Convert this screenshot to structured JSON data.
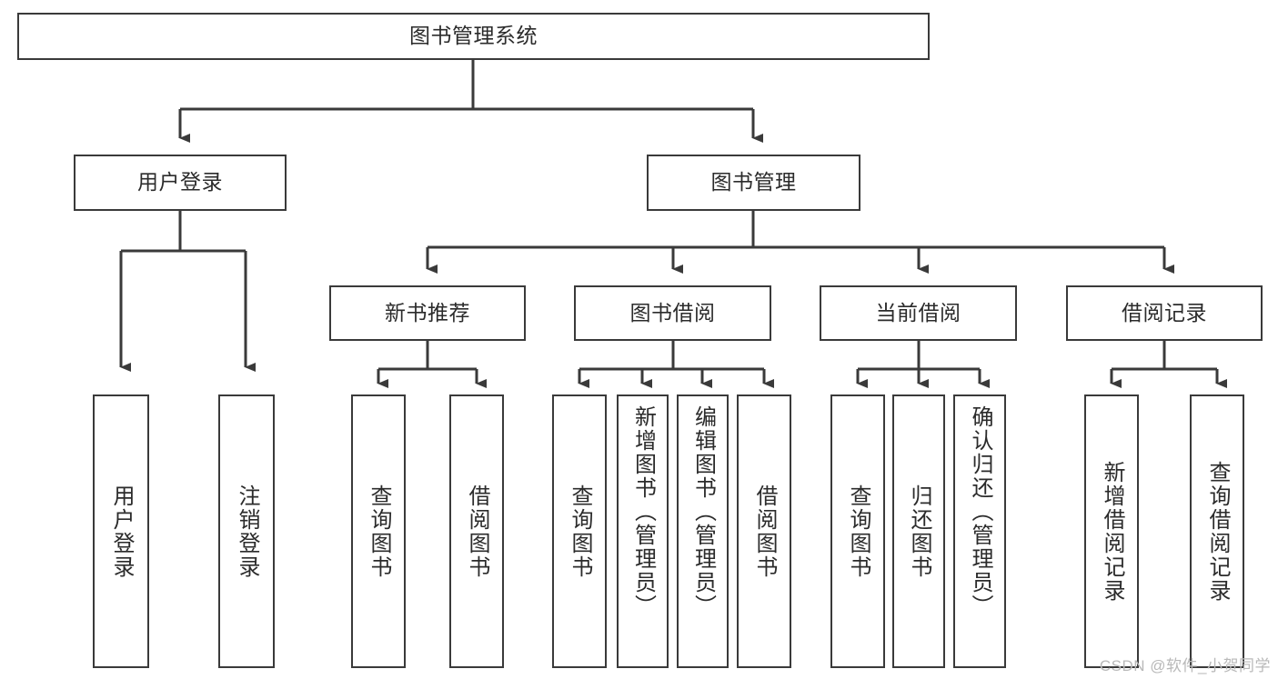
{
  "diagram": {
    "type": "tree-hierarchy-chart",
    "title": "图书管理系统",
    "line_color": "#3a3a3a",
    "box_fill": "#ffffff",
    "text_color": "#2b2b2b",
    "root": {
      "id": "root",
      "label": "图书管理系统"
    },
    "level2": [
      {
        "id": "user-login",
        "label": "用户登录"
      },
      {
        "id": "book-manage",
        "label": "图书管理"
      }
    ],
    "level3": [
      {
        "id": "new-book-recommend",
        "label": "新书推荐",
        "parent": "book-manage"
      },
      {
        "id": "book-borrow",
        "label": "图书借阅",
        "parent": "book-manage"
      },
      {
        "id": "current-borrow",
        "label": "当前借阅",
        "parent": "book-manage"
      },
      {
        "id": "borrow-record",
        "label": "借阅记录",
        "parent": "book-manage"
      }
    ],
    "leaves": [
      {
        "id": "leaf-user-login",
        "label": "用户登录",
        "parent": "user-login"
      },
      {
        "id": "leaf-logout-login",
        "label": "注销登录",
        "parent": "user-login"
      },
      {
        "id": "leaf-query-book-1",
        "label": "查询图书",
        "parent": "new-book-recommend"
      },
      {
        "id": "leaf-borrow-book-1",
        "label": "借阅图书",
        "parent": "new-book-recommend"
      },
      {
        "id": "leaf-query-book-2",
        "label": "查询图书",
        "parent": "book-borrow"
      },
      {
        "id": "leaf-add-book",
        "label": "新增图书（管理员）",
        "parent": "book-borrow"
      },
      {
        "id": "leaf-edit-book",
        "label": "编辑图书（管理员）",
        "parent": "book-borrow"
      },
      {
        "id": "leaf-borrow-book-2",
        "label": "借阅图书",
        "parent": "book-borrow"
      },
      {
        "id": "leaf-query-book-3",
        "label": "查询图书",
        "parent": "current-borrow"
      },
      {
        "id": "leaf-return-book",
        "label": "归还图书",
        "parent": "current-borrow"
      },
      {
        "id": "leaf-confirm-return",
        "label": "确认归还（管理员）",
        "parent": "current-borrow"
      },
      {
        "id": "leaf-add-record",
        "label": "新增借阅记录",
        "parent": "borrow-record"
      },
      {
        "id": "leaf-query-record",
        "label": "查询借阅记录",
        "parent": "borrow-record"
      }
    ]
  },
  "watermark": {
    "text": "CSDN @软件_小贺同学"
  }
}
